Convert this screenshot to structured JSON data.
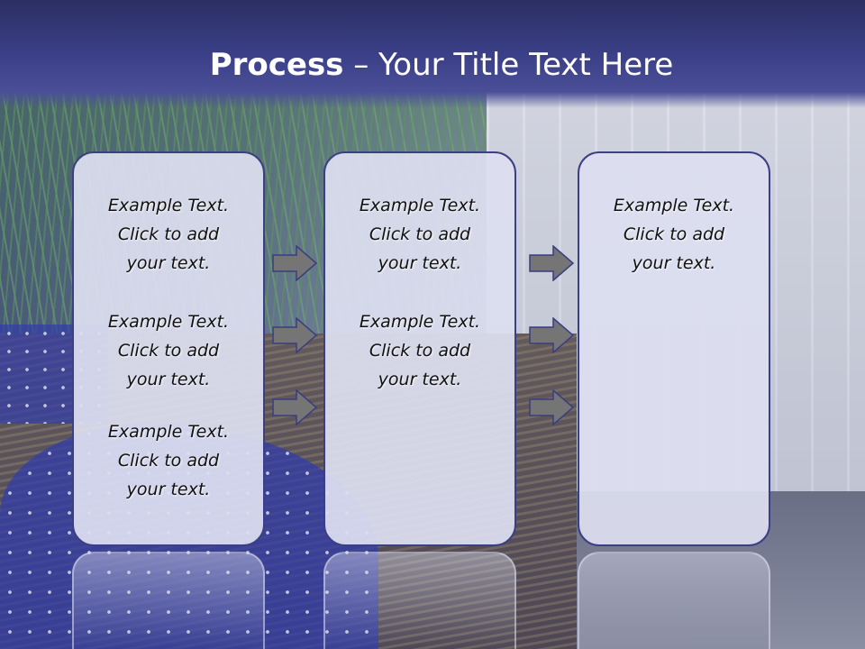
{
  "title": {
    "bold": "Process",
    "rest": " – Your Title Text Here"
  },
  "columns": [
    {
      "items": [
        {
          "line1": "Example Text.",
          "line2": "Click  to add",
          "line3": "your text."
        },
        {
          "line1": "Example Text.",
          "line2": "Click  to add",
          "line3": "your text."
        },
        {
          "line1": "Example Text.",
          "line2": "Click  to add",
          "line3": "your text."
        }
      ]
    },
    {
      "items": [
        {
          "line1": "Example Text.",
          "line2": "Click  to add",
          "line3": "your text."
        },
        {
          "line1": "Example Text.",
          "line2": "Click  to add",
          "line3": "your text."
        }
      ]
    },
    {
      "items": [
        {
          "line1": "Example Text.",
          "line2": "Click  to add",
          "line3": "your text."
        }
      ]
    }
  ],
  "arrows": {
    "icon": "right-arrow-icon",
    "fill": "#757575",
    "stroke": "#3a3d80"
  },
  "colors": {
    "box_fill": "#dddff0",
    "box_border": "#3b3f83",
    "title_bar": "#3c418a"
  }
}
